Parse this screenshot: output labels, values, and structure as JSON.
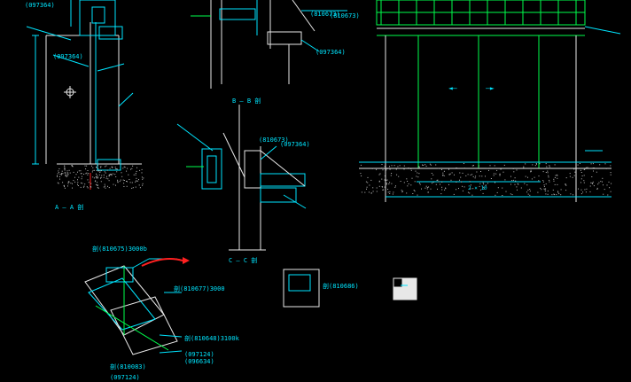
{
  "palette": {
    "bg": "#000000",
    "white": "#e8e8e8",
    "cyan": "#00e5ff",
    "green": "#00ff4c",
    "red": "#ff2020",
    "yellow": "#ffd400"
  },
  "views": {
    "aa": {
      "title": "A — A 剖",
      "refs": [
        "(097364)",
        "(097364)"
      ]
    },
    "bb": {
      "title": "B — B 剖",
      "refs": [
        "(810673)",
        "(810673)",
        "(097364)",
        "(097364)"
      ]
    },
    "cc": {
      "title": "C — C 剖"
    },
    "elevation": {
      "refs": [
        "(810673)"
      ],
      "arrow_left": "◄—",
      "arrow_right": "—►",
      "dim_mid": "2 × 10"
    }
  },
  "details": {
    "roof": {
      "labels": [
        "剖(810675)3000b",
        "剖(810677)3000",
        "剖(810648)3100k",
        "(097124)",
        "(096634)",
        "剖(810083)",
        "(097124)"
      ]
    },
    "small": {
      "label": "剖(810686)"
    }
  }
}
